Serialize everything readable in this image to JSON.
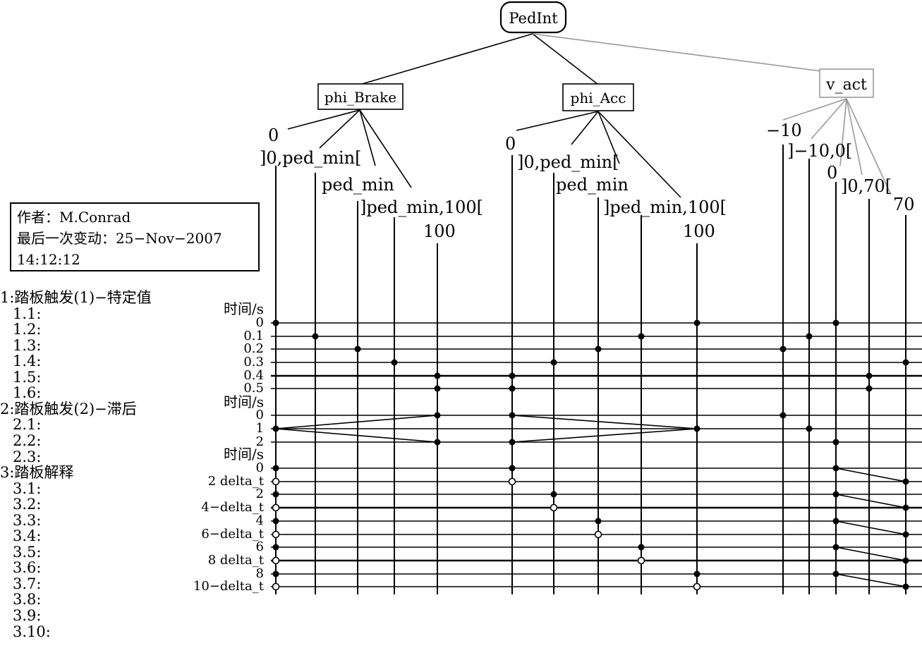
{
  "author_box": {
    "author": "作者：M.Conrad",
    "last_change": "最后一次变动：25−Nov−2007",
    "time": "14:12:12"
  },
  "sequences": [
    {
      "label": "1:踏板触发(1)−特定值",
      "header": true
    },
    {
      "label": "1.1:",
      "header": false
    },
    {
      "label": "1.2:",
      "header": false
    },
    {
      "label": "1.3:",
      "header": false
    },
    {
      "label": "1.4:",
      "header": false
    },
    {
      "label": "1.5:",
      "header": false
    },
    {
      "label": "1.6:",
      "header": false
    },
    {
      "label": "2:踏板触发(2)−滞后",
      "header": true
    },
    {
      "label": "2.1:",
      "header": false
    },
    {
      "label": "2.2:",
      "header": false
    },
    {
      "label": "2.3:",
      "header": false
    },
    {
      "label": "3:踏板解释",
      "header": true
    },
    {
      "label": "3.1:",
      "header": false
    },
    {
      "label": "3.2:",
      "header": false
    },
    {
      "label": "3.3:",
      "header": false
    },
    {
      "label": "3.4:",
      "header": false
    },
    {
      "label": "3.5:",
      "header": false
    },
    {
      "label": "3.6:",
      "header": false
    },
    {
      "label": "3.7:",
      "header": false
    },
    {
      "label": "3.8:",
      "header": false
    },
    {
      "label": "3.9:",
      "header": false
    },
    {
      "label": "3.10:",
      "header": false
    }
  ],
  "tree": {
    "root": "PedInt",
    "classifications": [
      {
        "name": "phi_Brake",
        "color": "#000000",
        "classes": [
          "0",
          "]0,ped_min[",
          "ped_min",
          "]ped_min,100[",
          "100"
        ]
      },
      {
        "name": "phi_Acc",
        "color": "#000000",
        "classes": [
          "0",
          "]0,ped_min[",
          "ped_min",
          "]ped_min,100[",
          "100"
        ]
      },
      {
        "name": "v_act",
        "color": "#999999",
        "classes": [
          "−10",
          "]−10,0[",
          "0",
          "]0,70[",
          "70"
        ]
      }
    ]
  },
  "time_axis_label": "时间/s",
  "group1_times": [
    "0",
    "0.1",
    "0.2",
    "0.3",
    "0.4",
    "0.5"
  ],
  "group2_times": [
    "0",
    "1",
    "2"
  ],
  "group3_times": [
    "0",
    "2  delta_t",
    "2",
    "4−delta_t",
    "4",
    "6−delta_t",
    "6",
    "8  delta_t",
    "8",
    "10−delta_t"
  ]
}
